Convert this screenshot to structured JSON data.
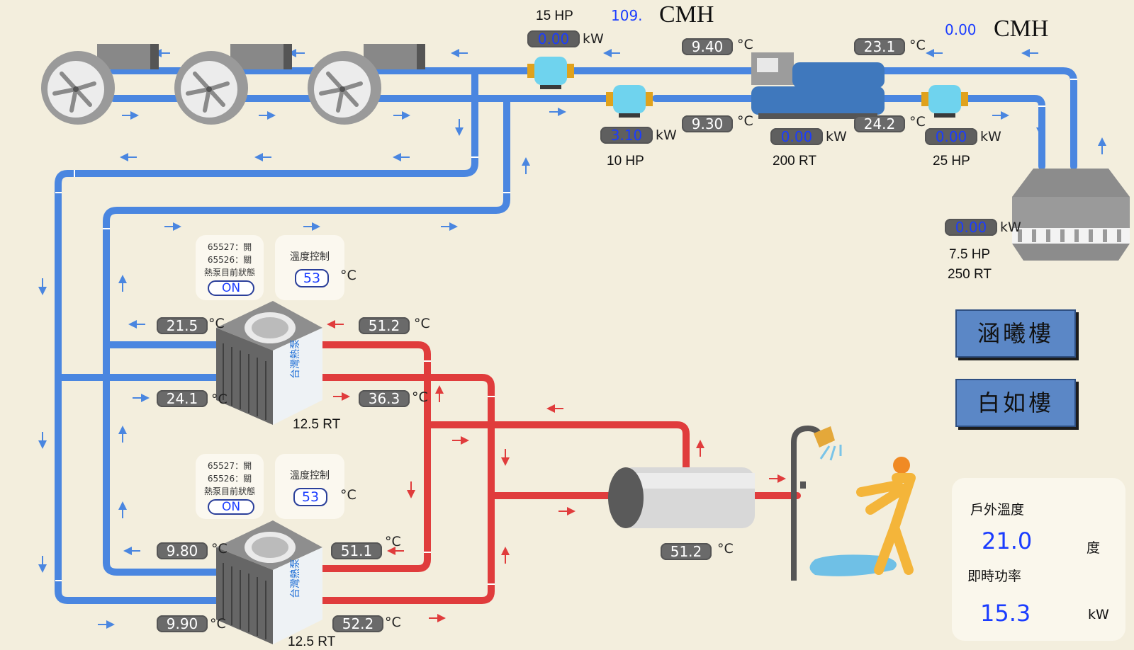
{
  "colors": {
    "cold_pipe": "#4a86e0",
    "hot_pipe": "#e03c3c",
    "background": "#f3eedd",
    "value_blue": "#1a3cff"
  },
  "top": {
    "pump1": {
      "hp": "15 HP",
      "power": "0.00",
      "unit": "kW"
    },
    "flow1": {
      "value": "109.",
      "unit": "CMH"
    },
    "flow2": {
      "value": "0.00",
      "unit": "CMH"
    },
    "pump2": {
      "power": "3.10",
      "unit": "kW",
      "hp": "10 HP"
    },
    "chiller": {
      "power": "0.00",
      "unit": "kW",
      "rt": "200 RT"
    },
    "pump3": {
      "power": "0.00",
      "unit": "kW",
      "hp": "25 HP"
    },
    "temp_chiller_supply": {
      "value": "9.40",
      "unit": "°C"
    },
    "temp_chiller_return": {
      "value": "9.30",
      "unit": "°C"
    },
    "temp_condenser_out": {
      "value": "23.1",
      "unit": "°C"
    },
    "temp_condenser_in": {
      "value": "24.2",
      "unit": "°C"
    },
    "tower": {
      "power": "0.00",
      "unit": "kW",
      "hp": "7.5 HP",
      "rt": "250 RT"
    }
  },
  "heatpump1": {
    "status_lines": [
      "65527：開",
      "65526：關",
      "熱泵目前狀態"
    ],
    "status": "ON",
    "control_label": "溫度控制",
    "setpoint": "53",
    "setpoint_unit": "°C",
    "cold_out": {
      "value": "21.5",
      "unit": "°C"
    },
    "cold_in": {
      "value": "24.1",
      "unit": "°C"
    },
    "hot_out": {
      "value": "51.2",
      "unit": "°C"
    },
    "hot_in": {
      "value": "36.3",
      "unit": "°C"
    },
    "rt": "12.5 RT",
    "brand_text": "台灣熱泵"
  },
  "heatpump2": {
    "status_lines": [
      "65527：開",
      "65526：關",
      "熱泵目前狀態"
    ],
    "status": "ON",
    "control_label": "溫度控制",
    "setpoint": "53",
    "setpoint_unit": "°C",
    "cold_out": {
      "value": "9.80",
      "unit": "°C"
    },
    "cold_in": {
      "value": "9.90",
      "unit": "°C"
    },
    "hot_out": {
      "value": "51.1",
      "unit": "°C"
    },
    "hot_in": {
      "value": "52.2",
      "unit": "°C"
    },
    "rt": "12.5 RT",
    "brand_text": "台灣熱泵"
  },
  "tank": {
    "temp": "51.2",
    "unit": "°C"
  },
  "buildings": [
    "涵曦樓",
    "白如樓"
  ],
  "info_panel": {
    "outdoor_label": "戶外溫度",
    "outdoor_value": "21.0",
    "outdoor_unit": "度",
    "power_label": "即時功率",
    "power_value": "15.3",
    "power_unit": "kW"
  },
  "icons": [
    "centrifugal-fan-icon",
    "water-pump-icon",
    "chiller-icon",
    "cooling-tower-icon",
    "heat-pump-icon",
    "hot-water-tank-icon",
    "shower-icon",
    "person-icon"
  ]
}
